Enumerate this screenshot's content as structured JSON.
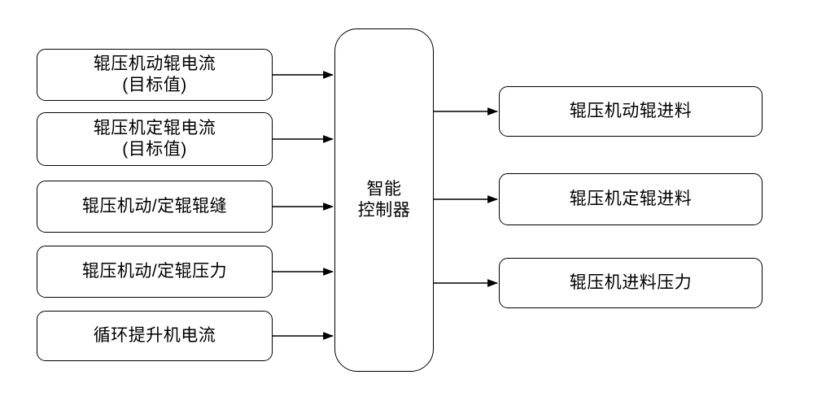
{
  "diagram": {
    "title": "roller-press-intelligent-control-diagram",
    "colors": {
      "border": "#000000",
      "background": "#ffffff",
      "text": "#000000",
      "arrow": "#000000"
    },
    "controller": {
      "lines": [
        "智能",
        "控制器"
      ]
    },
    "inputs": [
      {
        "lines": [
          "辊压机动辊电流",
          "(目标值)"
        ]
      },
      {
        "lines": [
          "辊压机定辊电流",
          "(目标值)"
        ]
      },
      {
        "lines": [
          "辊压机动/定辊辊缝"
        ]
      },
      {
        "lines": [
          "辊压机动/定辊压力"
        ]
      },
      {
        "lines": [
          "循环提升机电流"
        ]
      }
    ],
    "outputs": [
      {
        "lines": [
          "辊压机动辊进料"
        ]
      },
      {
        "lines": [
          "辊压机定辊进料"
        ]
      },
      {
        "lines": [
          "辊压机进料压力"
        ]
      }
    ]
  }
}
